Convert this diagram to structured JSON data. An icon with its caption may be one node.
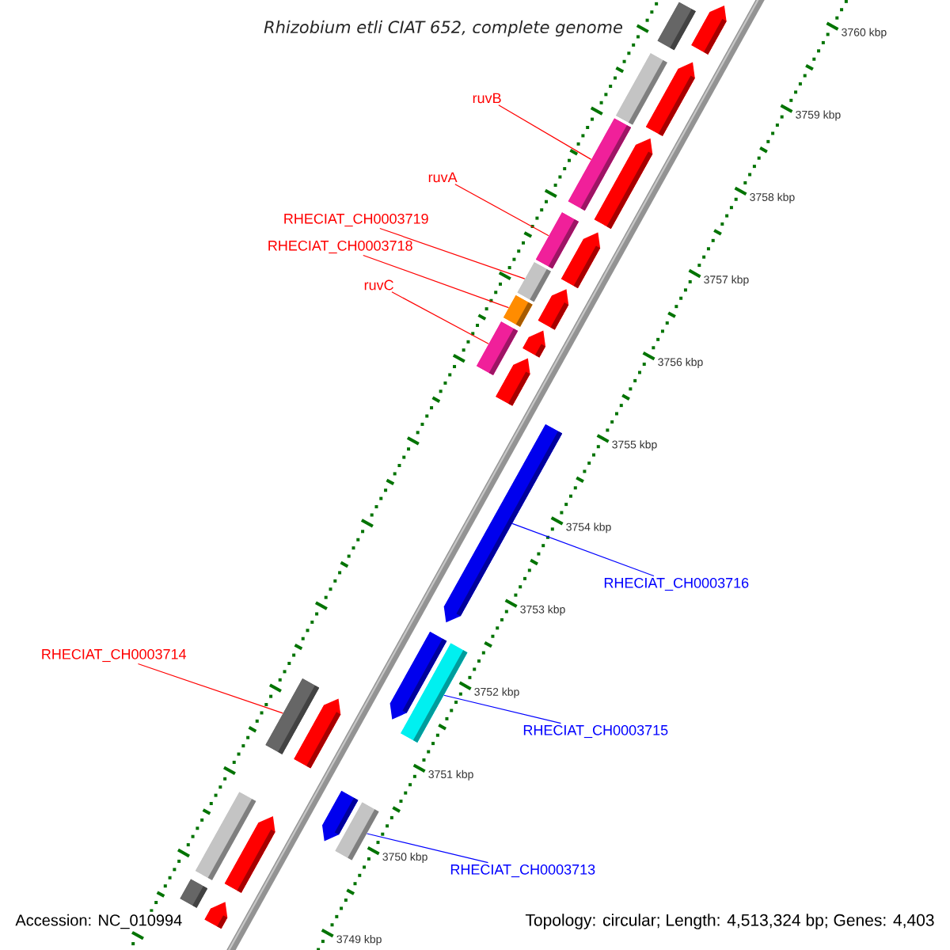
{
  "diagram": {
    "title": "Rhizobium etli CIAT 652, complete genome",
    "nodes": [
      {
        "text": [
          "ruvB"
        ]
      },
      {
        "text": [
          "ruvA"
        ]
      },
      {
        "text": [
          "RHECIAT_CH0003719"
        ]
      },
      {
        "text": [
          "RHECIAT_CH0003718"
        ]
      },
      {
        "text": [
          "ruvC"
        ]
      },
      {
        "text": [
          "RHECIAT_CH0003714"
        ]
      },
      {
        "text": [
          "RHECIAT_CH0003716"
        ]
      },
      {
        "text": [
          "RHECIAT_CH0003715"
        ]
      },
      {
        "text": [
          "RHECIAT_CH0003713"
        ]
      },
      {
        "text": [],
        "shape": "bar"
      },
      {
        "text": [],
        "shape": "arrow"
      },
      {
        "text": [],
        "shape": "arrow"
      },
      {
        "text": [],
        "shape": "bar"
      },
      {
        "text": [],
        "shape": "bar"
      },
      {
        "text": [],
        "shape": "arrow"
      },
      {
        "text": [],
        "shape": "bar"
      },
      {
        "text": [],
        "shape": "arrow"
      },
      {
        "text": [],
        "shape": "bar"
      },
      {
        "text": [],
        "shape": "arrow"
      },
      {
        "text": [],
        "shape": "bar"
      },
      {
        "text": [],
        "shape": "arrow"
      },
      {
        "text": [],
        "shape": "bar"
      },
      {
        "text": [],
        "shape": "arrow"
      },
      {
        "text": [],
        "shape": "arrow"
      },
      {
        "text": [],
        "shape": "arrow"
      },
      {
        "text": [],
        "shape": "bar"
      },
      {
        "text": [],
        "shape": "arrow"
      },
      {
        "text": [],
        "shape": "bar"
      },
      {
        "text": [],
        "shape": "arrow"
      },
      {
        "text": [],
        "shape": "bar"
      },
      {
        "text": [],
        "shape": "bar"
      },
      {
        "text": [],
        "shape": "arrow"
      },
      {
        "text": [],
        "shape": "bar"
      },
      {
        "text": [],
        "shape": "arrow"
      }
    ],
    "edges": [
      {
        "from": 0,
        "to": 13,
        "arrow": "none"
      },
      {
        "from": 1,
        "to": 15,
        "arrow": "none"
      },
      {
        "from": 2,
        "to": 17,
        "arrow": "none"
      },
      {
        "from": 3,
        "to": 19,
        "arrow": "none"
      },
      {
        "from": 4,
        "to": 21,
        "arrow": "none"
      },
      {
        "from": 5,
        "to": 27,
        "arrow": "none"
      },
      {
        "from": 6,
        "to": 23,
        "arrow": "none",
        "color": "#0000ff"
      },
      {
        "from": 7,
        "to": 25,
        "arrow": "none",
        "color": "#0000ff"
      },
      {
        "from": 8,
        "to": 29,
        "arrow": "none",
        "color": "#0000ff"
      }
    ],
    "labels": [
      "3760 kbp",
      "3759 kbp",
      "3758 kbp",
      "3757 kbp",
      "3756 kbp",
      "3755 kbp",
      "3754 kbp",
      "3753 kbp",
      "3752 kbp",
      "3751 kbp",
      "3750 kbp",
      "3749 kbp",
      "Accession: NC_010994",
      "Topology: circular; Length: 4,513,324 bp; Genes: 4,403"
    ]
  }
}
